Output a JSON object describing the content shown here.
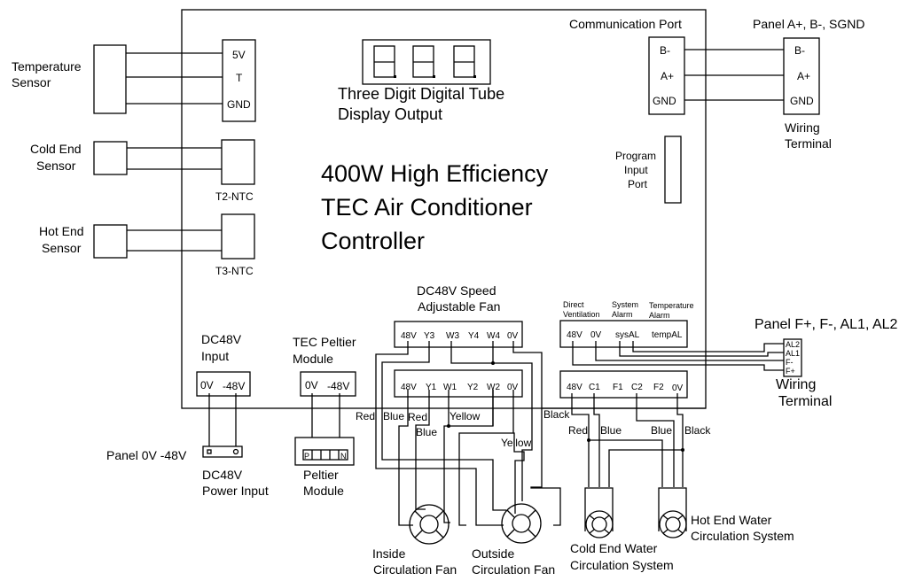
{
  "title": {
    "line1": "400W High Efficiency",
    "line2": "TEC Air Conditioner",
    "line3": "Controller"
  },
  "display": {
    "label_line1": "Three Digit Digital Tube",
    "label_line2": "Display Output"
  },
  "temperature_sensor": {
    "label_line1": "Temperature",
    "label_line2": "Sensor",
    "pins": [
      "5V",
      "T",
      "GND"
    ]
  },
  "cold_end_sensor": {
    "label_line1": "Cold End",
    "label_line2": "Sensor",
    "connector": "T2-NTC"
  },
  "hot_end_sensor": {
    "label_line1": "Hot End",
    "label_line2": "Sensor",
    "connector": "T3-NTC"
  },
  "communication_port": {
    "label": "Communication Port",
    "pins": [
      "B-",
      "A+",
      "GND"
    ]
  },
  "panel_comm": {
    "label": "Panel A+, B-, SGND",
    "pins": [
      "B-",
      "A+",
      "GND"
    ],
    "terminal_line1": "Wiring",
    "terminal_line2": "Terminal"
  },
  "program_port": {
    "line1": "Program",
    "line2": "Input",
    "line3": "Port"
  },
  "alarm_block": {
    "headers": [
      {
        "line1": "Direct",
        "line2": "Ventilation"
      },
      {
        "line1": "System",
        "line2": "Alarm"
      },
      {
        "line1": "Temperature",
        "line2": "Alarm"
      }
    ],
    "pins": [
      "48V",
      "0V",
      "sysAL",
      "tempAL"
    ]
  },
  "panel_alarm": {
    "label": "Panel F+, F-, AL1, AL2",
    "pins": [
      "AL2",
      "AL1",
      "F-",
      "F+"
    ],
    "terminal_line1": "Wiring",
    "terminal_line2": "Terminal"
  },
  "fan_block": {
    "label_line1": "DC48V Speed",
    "label_line2": "Adjustable Fan",
    "top_pins": [
      "48V",
      "Y3",
      "W3",
      "Y4",
      "W4",
      "0V"
    ],
    "bottom_pins": [
      "48V",
      "Y1",
      "W1",
      "Y2",
      "W2",
      "0V"
    ]
  },
  "pump_block": {
    "pins": [
      "48V",
      "C1",
      "F1",
      "C2",
      "F2",
      "0V"
    ]
  },
  "dc_input": {
    "label_line1": "DC48V",
    "label_line2": "Input",
    "pins": [
      "0V",
      "-48V"
    ]
  },
  "tec_module": {
    "label_line1": "TEC Peltier",
    "label_line2": "Module",
    "pins": [
      "0V",
      "-48V"
    ]
  },
  "power_input": {
    "panel_label": "Panel 0V -48V",
    "label_line1": "DC48V",
    "label_line2": "Power Input"
  },
  "peltier": {
    "label_line1": "Peltier",
    "label_line2": "Module",
    "pin_p": "P",
    "pin_n": "N"
  },
  "wire_labels": {
    "red1": "Red",
    "blue1": "Blue",
    "red2": "Red",
    "blue2": "Blue",
    "yellow1": "Yellow",
    "yellow2": "Yellow",
    "black1": "Black",
    "red3": "Red",
    "blue3": "Blue",
    "blue4": "Blue",
    "black2": "Black"
  },
  "fans": {
    "inside_line1": "Inside",
    "inside_line2": "Circulation Fan",
    "outside_line1": "Outside",
    "outside_line2": "Circulation Fan"
  },
  "pumps": {
    "cold_line1": "Cold End Water",
    "cold_line2": "Circulation System",
    "hot_line1": "Hot End Water",
    "hot_line2": "Circulation System"
  }
}
